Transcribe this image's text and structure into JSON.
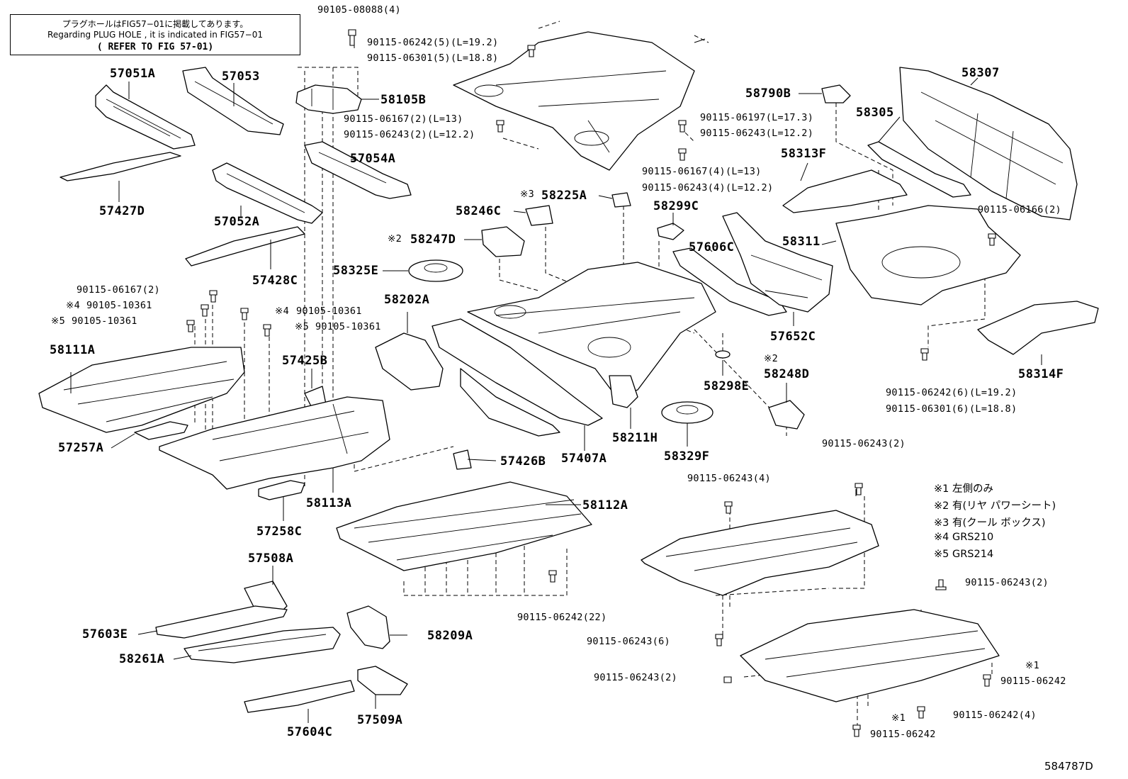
{
  "note": {
    "line1": "プラグホールはFIG57−01に掲載してあります。",
    "line2": "Regarding PLUG HOLE , it is indicated in FIG57−01",
    "line3": "( REFER TO FIG 57-01)"
  },
  "legend": [
    "※1 左側のみ",
    "※2 有(リヤ パワーシート)",
    "※3 有(クール ボックス)",
    "※4 GRS210",
    "※5 GRS214"
  ],
  "figure_id": "584787D",
  "parts": {
    "p57051A": "57051A",
    "p57053": "57053",
    "p57427D": "57427D",
    "p57052A": "57052A",
    "p57428C": "57428C",
    "p58105B": "58105B",
    "p57054A": "57054A",
    "p58111A": "58111A",
    "p57425B": "57425B",
    "p57257A": "57257A",
    "p58113A": "58113A",
    "p57258C": "57258C",
    "p57426B": "57426B",
    "p58112A": "58112A",
    "p57508A": "57508A",
    "p57603E": "57603E",
    "p58261A": "58261A",
    "p58209A": "58209A",
    "p57604C": "57604C",
    "p57509A": "57509A",
    "p58246C": "58246C",
    "p58225A": "58225A",
    "p58247D": "58247D",
    "p58325E": "58325E",
    "p58202A": "58202A",
    "p57407A": "57407A",
    "p58211H": "58211H",
    "p58329F": "58329F",
    "p58299C": "58299C",
    "p57606C": "57606C",
    "p58298E": "58298E",
    "p58248D": "58248D",
    "p57652C": "57652C",
    "p58311": "58311",
    "p58313F": "58313F",
    "p58790B": "58790B",
    "p58305": "58305",
    "p58307": "58307",
    "p58314F": "58314F"
  },
  "fasteners": {
    "f1": "90105-08088(4)",
    "f2": "90115-06242(5)(L=19.2)",
    "f3": "90115-06301(5)(L=18.8)",
    "f4": "90115-06167(2)(L=13)",
    "f5": "90115-06243(2)(L=12.2)",
    "f6": "90115-06197(L=17.3)",
    "f7": "90115-06243(L=12.2)",
    "f8": "90115-06167(4)(L=13)",
    "f9": "90115-06243(4)(L=12.2)",
    "f10": "90115-06166(2)",
    "f11": "90115-06167(2)",
    "f12": "90105-10361",
    "f13": "90105-10361",
    "f14": "90105-10361",
    "f15": "90105-10361",
    "f16": "90115-06242(6)(L=19.2)",
    "f17": "90115-06301(6)(L=18.8)",
    "f18": "90115-06243(2)",
    "f19": "90115-06243(4)",
    "f20": "90115-06242(22)",
    "f21": "90115-06243(2)",
    "f22": "90115-06243(6)",
    "f23": "90115-06243(2)",
    "f24": "90115-06242",
    "f25": "90115-06242(4)",
    "f26": "90115-06242"
  },
  "marks": {
    "m3": "※3",
    "m2a": "※2",
    "m4a": "※4",
    "m5a": "※5",
    "m4b": "※4",
    "m5b": "※5",
    "m2b": "※2",
    "m1a": "※1",
    "m1b": "※1"
  }
}
